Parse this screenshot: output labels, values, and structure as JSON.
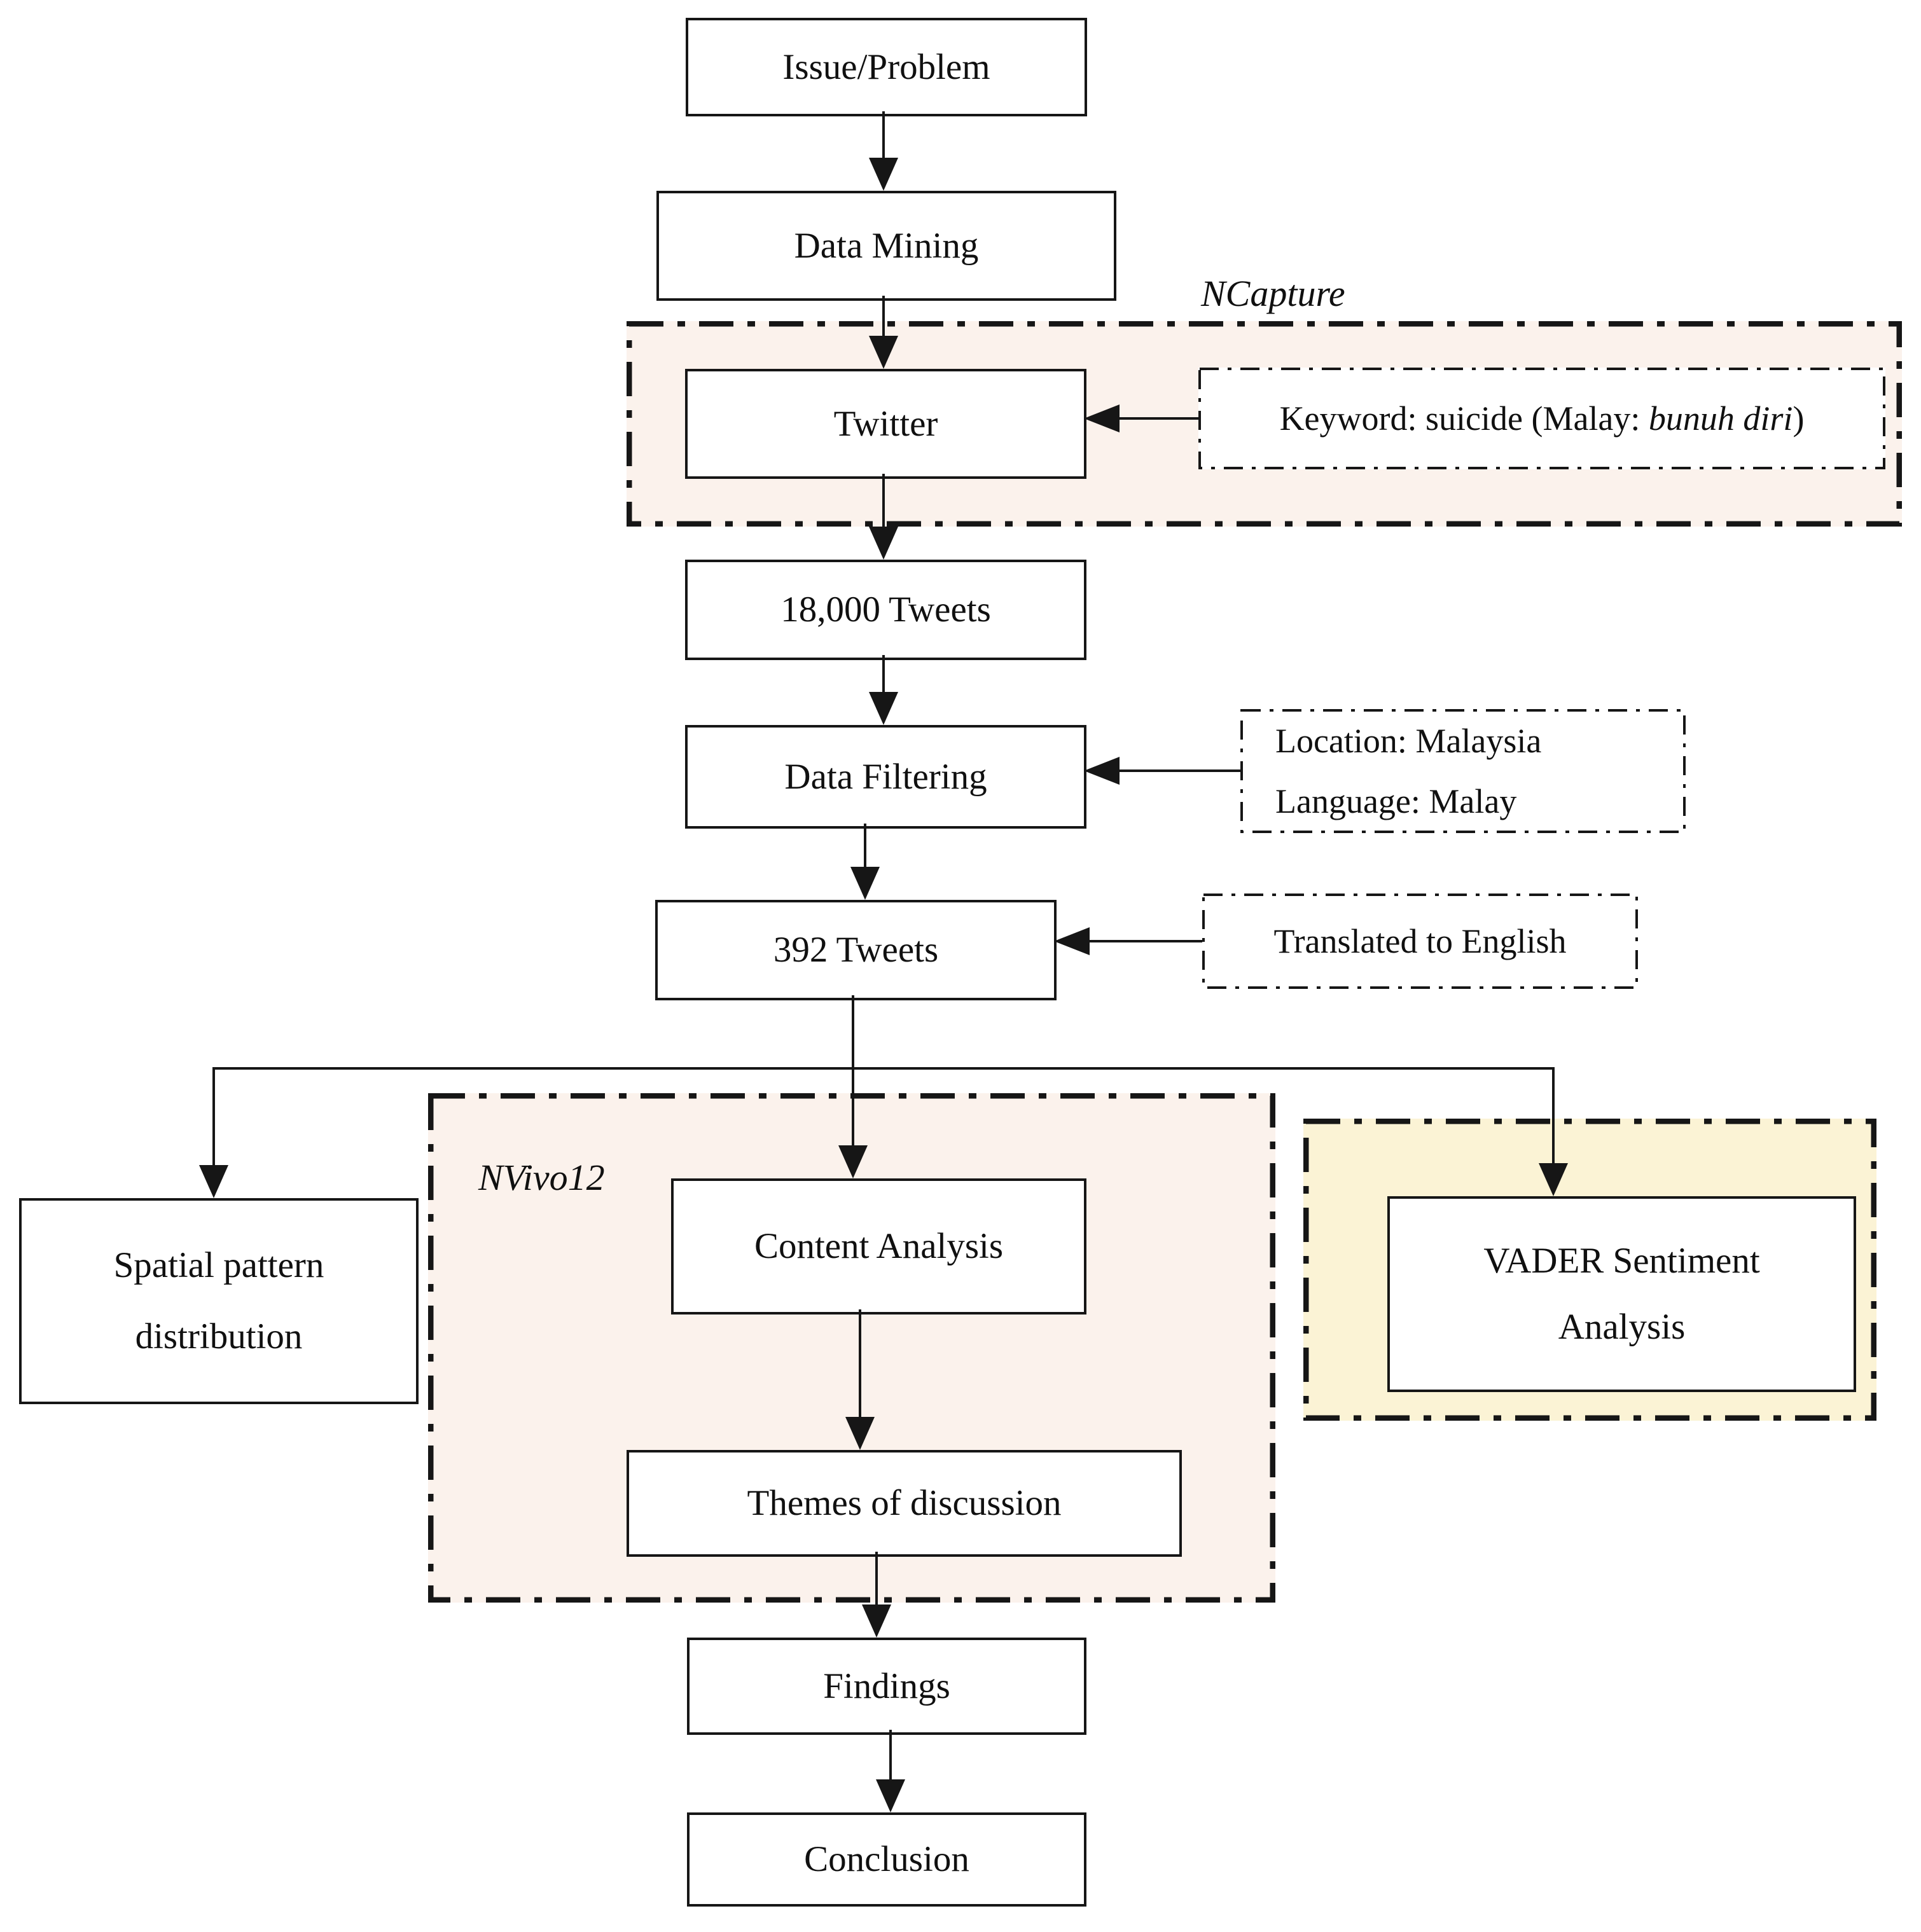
{
  "diagram": {
    "flow_nodes": {
      "issue_problem": "Issue/Problem",
      "data_mining": "Data Mining",
      "twitter": "Twitter",
      "tweets_18000": "18,000 Tweets",
      "data_filtering": "Data Filtering",
      "tweets_392": "392 Tweets",
      "spatial_line1": "Spatial pattern",
      "spatial_line2": "distribution",
      "content_analysis": "Content Analysis",
      "themes_discussion": "Themes of discussion",
      "vader_line1": "VADER Sentiment",
      "vader_line2": "Analysis",
      "findings": "Findings",
      "conclusion": "Conclusion"
    },
    "group_labels": {
      "ncapture": "NCapture",
      "nvivo": "NVivo12"
    },
    "annotations": {
      "keyword_prefix": "Keyword: suicide (Malay: ",
      "keyword_italic": "bunuh diri",
      "keyword_suffix": ")",
      "location_line1": "Location: Malaysia",
      "location_line2": "Language: Malay",
      "translated": "Translated to English"
    },
    "colors": {
      "ncapture_bg": "#fbf2ec",
      "nvivo_bg": "#fbf2ec",
      "vader_bg": "#fbf3d5",
      "line": "#161616"
    }
  }
}
